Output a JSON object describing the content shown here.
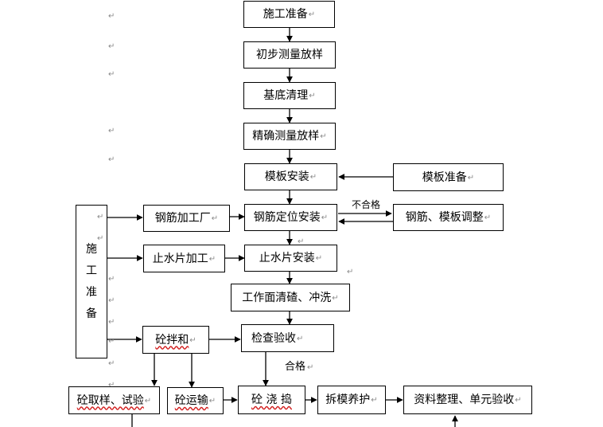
{
  "boxes": {
    "prep": "施工准备",
    "survey1": "初步测量放样",
    "clean": "基底清理",
    "survey2": "精确测量放样",
    "formwork_install": "模板安装",
    "formwork_prep": "模板准备",
    "rebar_plant": "钢筋加工厂",
    "rebar_position": "钢筋定位安装",
    "adjust": "钢筋、模板调整",
    "waterstop_make": "止水片加工",
    "waterstop_install": "止水片安装",
    "surface_clean": "工作面清碴、冲洗",
    "mix": "砼拌和",
    "inspect": "检查验收",
    "sample": "砼取样、试验",
    "transport": "砼运输",
    "pour": "砼 浇 捣",
    "strip_cure": "拆模养护",
    "docs": "资料整理、单元验收"
  },
  "side_label": [
    "施",
    "工",
    "准",
    "备"
  ],
  "labels": {
    "fail": "不合格",
    "pass": "合格"
  },
  "para_mark": "↵"
}
